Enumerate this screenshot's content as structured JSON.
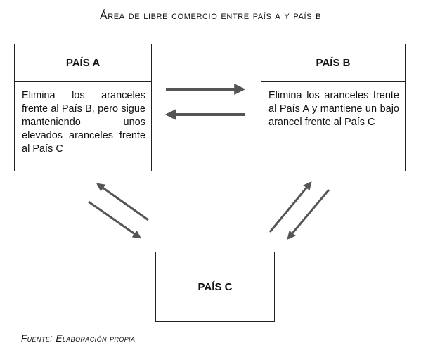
{
  "title": "Área de libre comercio entre país a y país b",
  "country_a": {
    "label": "PAÍS A",
    "description": "Elimina los aranceles frente al País B, pero sigue manteniendo unos elevados aranceles frente al País C"
  },
  "country_b": {
    "label": "PAÍS B",
    "description": "Elimina los aranceles frente al País A y mantiene un bajo arancel frente al País C"
  },
  "country_c": {
    "label": "PAÍS C"
  },
  "source": "Fuente: Elaboración propia",
  "colors": {
    "arrow": "#555555",
    "border": "#222222"
  }
}
